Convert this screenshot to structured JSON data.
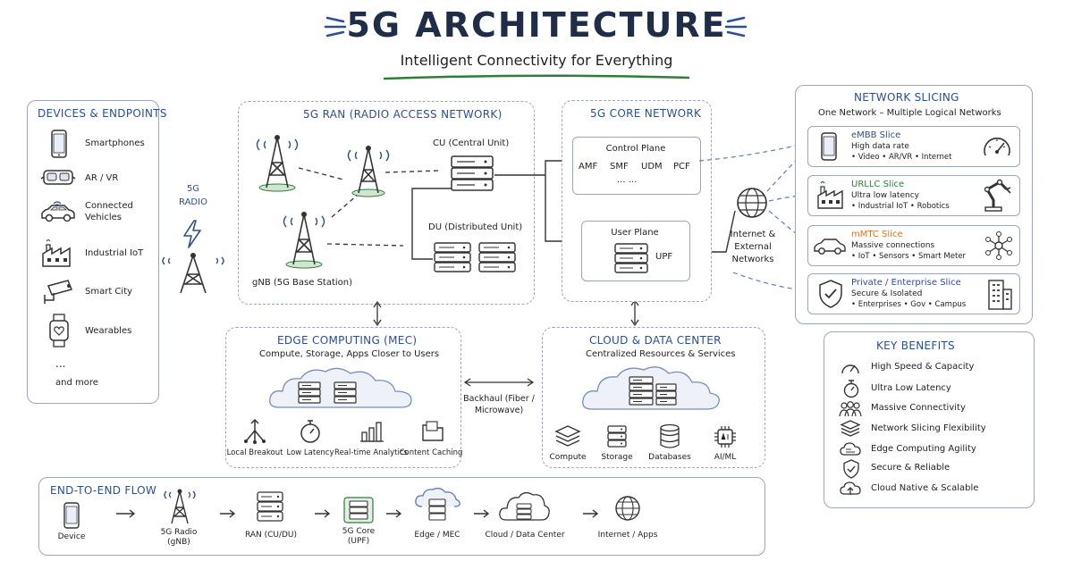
{
  "header": {
    "title": "5G ARCHITECTURE",
    "subtitle": "Intelligent Connectivity for Everything"
  },
  "devices": {
    "title": "DEVICES & ENDPOINTS",
    "items": [
      "Smartphones",
      "AR / VR",
      "Connected Vehicles",
      "Industrial IoT",
      "Smart City",
      "Wearables"
    ],
    "ellipsis": "...",
    "more": "and more"
  },
  "radio": {
    "label": "5G RADIO"
  },
  "ran": {
    "title": "5G RAN (RADIO ACCESS NETWORK)",
    "cu": "CU (Central Unit)",
    "du": "DU (Distributed Unit)",
    "gnb": "gNB (5G Base Station)"
  },
  "core": {
    "title": "5G CORE NETWORK",
    "control_plane": "Control Plane",
    "functions": [
      "AMF",
      "SMF",
      "UDM",
      "PCF"
    ],
    "dots": "...  ...",
    "user_plane": "User Plane",
    "upf": "UPF"
  },
  "internet": {
    "label": "Internet & External Networks"
  },
  "slicing": {
    "title": "NETWORK SLICING",
    "subtitle": "One Network – Multiple Logical Networks",
    "slices": [
      {
        "name": "eMBB Slice",
        "desc": "High data rate",
        "uses": "• Video • AR/VR • Internet",
        "color": "#2c4f8f"
      },
      {
        "name": "URLLC Slice",
        "desc": "Ultra low latency",
        "uses": "• Industrial IoT • Robotics",
        "color": "#2f7d3a"
      },
      {
        "name": "mMTC Slice",
        "desc": "Massive connections",
        "uses": "• IoT • Sensors • Smart Meter",
        "color": "#d9731c"
      },
      {
        "name": "Private / Enterprise Slice",
        "desc": "Secure & Isolated",
        "uses": "• Enterprises • Gov • Campus",
        "color": "#2c4f8f"
      }
    ]
  },
  "edge": {
    "title": "EDGE COMPUTING (MEC)",
    "subtitle": "Compute, Storage, Apps Closer to Users",
    "features": [
      "Local Breakout",
      "Low Latency",
      "Real-time Analytics",
      "Content Caching"
    ]
  },
  "backhaul": {
    "label": "Backhaul (Fiber / Microwave)"
  },
  "cloud": {
    "title": "CLOUD & DATA CENTER",
    "subtitle": "Centralized Resources & Services",
    "features": [
      "Compute",
      "Storage",
      "Databases",
      "AI/ML"
    ]
  },
  "benefits": {
    "title": "KEY BENEFITS",
    "items": [
      "High Speed & Capacity",
      "Ultra Low Latency",
      "Massive Connectivity",
      "Network Slicing Flexibility",
      "Edge Computing Agility",
      "Secure & Reliable",
      "Cloud Native & Scalable"
    ]
  },
  "flow": {
    "title": "END-TO-END FLOW",
    "steps": [
      "Device",
      "5G Radio (gNB)",
      "RAN (CU/DU)",
      "5G Core (UPF)",
      "Edge / MEC",
      "Cloud / Data Center",
      "Internet / Apps"
    ]
  },
  "colors": {
    "accent_blue": "#2c4f8f",
    "accent_green": "#2f7d3a",
    "accent_orange": "#d9731c",
    "border": "#9aa7bd"
  }
}
